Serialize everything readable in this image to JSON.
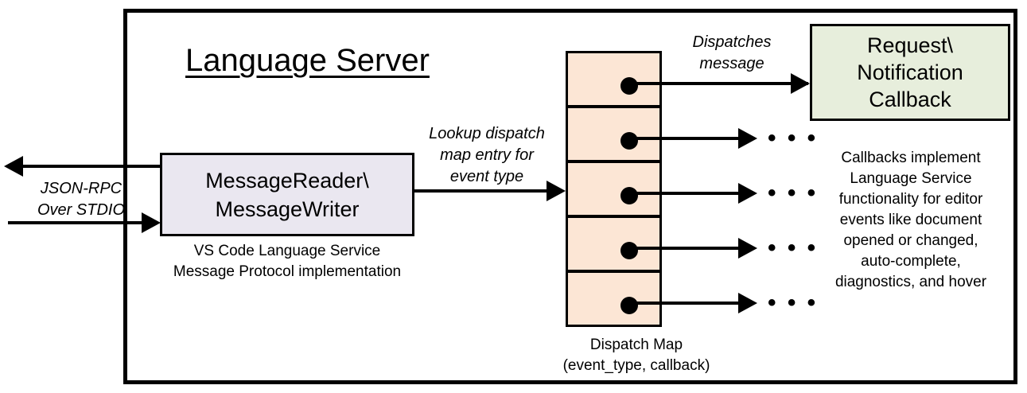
{
  "diagram": {
    "title": "Language Server",
    "boundary_name": "Language Server boundary"
  },
  "nodes": {
    "message_reader": {
      "label": "MessageReader\\\nMessageWriter",
      "line1": "MessageReader\\",
      "line2": "MessageWriter",
      "fill": "#EAE7F0",
      "caption_line1": "VS Code Language Service",
      "caption_line2": "Message Protocol implementation"
    },
    "dispatch_map": {
      "caption_line1": "Dispatch Map",
      "caption_line2": "(event_type, callback)",
      "fill": "#FCE6D5",
      "cell_count": 5,
      "cells": [
        {
          "index": 1,
          "has_dot": true,
          "has_outgoing_arrow": true,
          "target": "callback-box"
        },
        {
          "index": 2,
          "has_dot": true,
          "has_outgoing_arrow": true,
          "target": "ellipsis"
        },
        {
          "index": 3,
          "has_dot": true,
          "has_outgoing_arrow": true,
          "target": "ellipsis"
        },
        {
          "index": 4,
          "has_dot": true,
          "has_outgoing_arrow": true,
          "target": "ellipsis"
        },
        {
          "index": 5,
          "has_dot": true,
          "has_outgoing_arrow": true,
          "target": "ellipsis"
        }
      ]
    },
    "callback": {
      "line1": "Request\\",
      "line2": "Notification",
      "line3": "Callback",
      "fill": "#E7EEDC",
      "caption_line1": "Callbacks implement",
      "caption_line2": "Language Service",
      "caption_line3": "functionality for editor",
      "caption_line4": "events like document",
      "caption_line5": "opened or changed,",
      "caption_line6": "auto-complete,",
      "caption_line7": "diagnostics, and hover"
    }
  },
  "edges": {
    "jsonrpc": {
      "line1": "JSON-RPC",
      "line2": "Over STDIO"
    },
    "lookup": {
      "line1": "Lookup dispatch",
      "line2": "map entry for",
      "line3": "event type"
    },
    "dispatches": {
      "line1": "Dispatches",
      "line2": "message"
    },
    "ellipsis": "• • •"
  },
  "colors": {
    "stroke": "#000000",
    "background": "#FFFFFF",
    "lavender": "#EAE7F0",
    "peach": "#FCE6D5",
    "green": "#E7EEDC"
  }
}
